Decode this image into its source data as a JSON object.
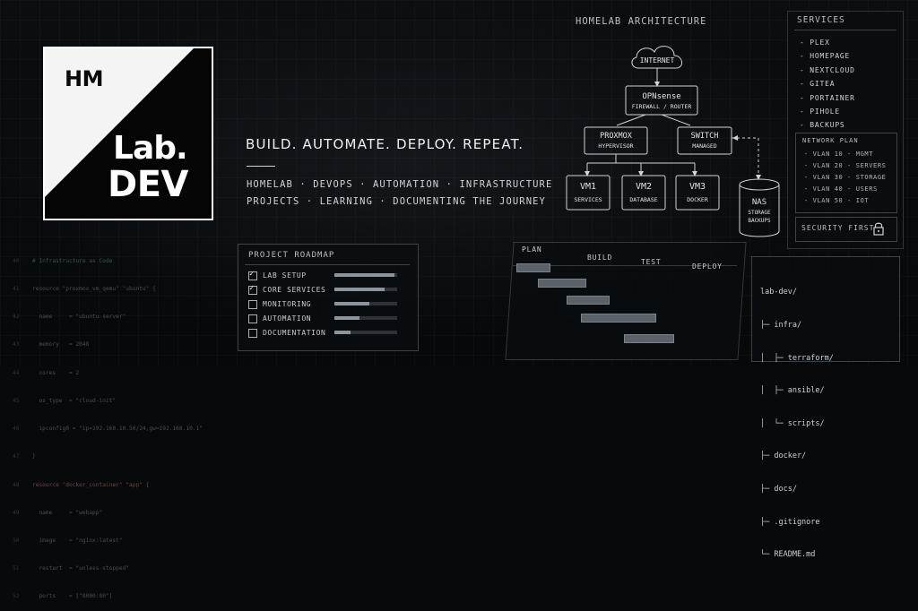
{
  "logo": {
    "top": "HM",
    "line1": "Lab.",
    "line2": "DEV"
  },
  "tagline": "BUILD. AUTOMATE. DEPLOY. REPEAT.",
  "topics_line1": "HOMELAB · DEVOPS · AUTOMATION · INFRASTRUCTURE",
  "topics_line2": "PROJECTS · LEARNING · DOCUMENTING THE JOURNEY",
  "architecture": {
    "title": "HOMELAB ARCHITECTURE",
    "internet": "INTERNET",
    "firewall_name": "OPNsense",
    "firewall_role": "FIREWALL / ROUTER",
    "proxmox_name": "PROXMOX",
    "proxmox_role": "HYPERVISOR",
    "switch_name": "SWITCH",
    "switch_role": "MANAGED",
    "vm1_name": "VM1",
    "vm1_role": "SERVICES",
    "vm2_name": "VM2",
    "vm2_role": "DATABASE",
    "vm3_name": "VM3",
    "vm3_role": "DOCKER",
    "nas_name": "NAS",
    "nas_role1": "STORAGE",
    "nas_role2": "BACKUPS"
  },
  "services": {
    "title": "SERVICES",
    "items": [
      "- PLEX",
      "- HOMEPAGE",
      "- NEXTCLOUD",
      "- GITEA",
      "- PORTAINER",
      "- PIHOLE",
      "- BACKUPS"
    ]
  },
  "network_plan": {
    "title": "NETWORK PLAN",
    "vlans": [
      "- VLAN 10 - MGMT",
      "- VLAN 20 - SERVERS",
      "- VLAN 30 - STORAGE",
      "- VLAN 40 - USERS",
      "- VLAN 50 - IOT"
    ]
  },
  "security": {
    "label": "SECURITY FIRST"
  },
  "roadmap": {
    "title": "PROJECT ROADMAP",
    "items": [
      {
        "label": "LAB SETUP",
        "done": true,
        "progress": 0.95
      },
      {
        "label": "CORE SERVICES",
        "done": true,
        "progress": 0.8
      },
      {
        "label": "MONITORING",
        "done": false,
        "progress": 0.55
      },
      {
        "label": "AUTOMATION",
        "done": false,
        "progress": 0.4
      },
      {
        "label": "DOCUMENTATION",
        "done": false,
        "progress": 0.25
      }
    ]
  },
  "gantt": {
    "headers": [
      "PLAN",
      "BUILD",
      "TEST",
      "DEPLOY"
    ]
  },
  "tree": {
    "lines": [
      "lab-dev/",
      "├─ infra/",
      "│  ├─ terraform/",
      "│  ├─ ansible/",
      "│  └─ scripts/",
      "├─ docker/",
      "├─ docs/",
      "├─ .gitignore",
      "└─ README.md"
    ]
  },
  "code": {
    "lines": [
      "# Infrastructure as Code",
      "resource \"proxmox_vm_qemu\" \"ubuntu\" {",
      "  name     = \"ubuntu-server\"",
      "  memory   = 2048",
      "  cores    = 2",
      "  os_type  = \"cloud-init\"",
      "  ipconfig0 = \"ip=192.168.10.50/24,gw=192.168.10.1\"",
      "}",
      "resource \"docker_container\" \"app\" {",
      "  name     = \"webapp\"",
      "  image    = \"nginx:latest\"",
      "  restart  = \"unless-stopped\"",
      "  ports    = [\"8080:80\"]"
    ]
  },
  "colors": {
    "background": "#07090b",
    "panel_border": "#a0aab4",
    "text": "#d9dde1"
  }
}
